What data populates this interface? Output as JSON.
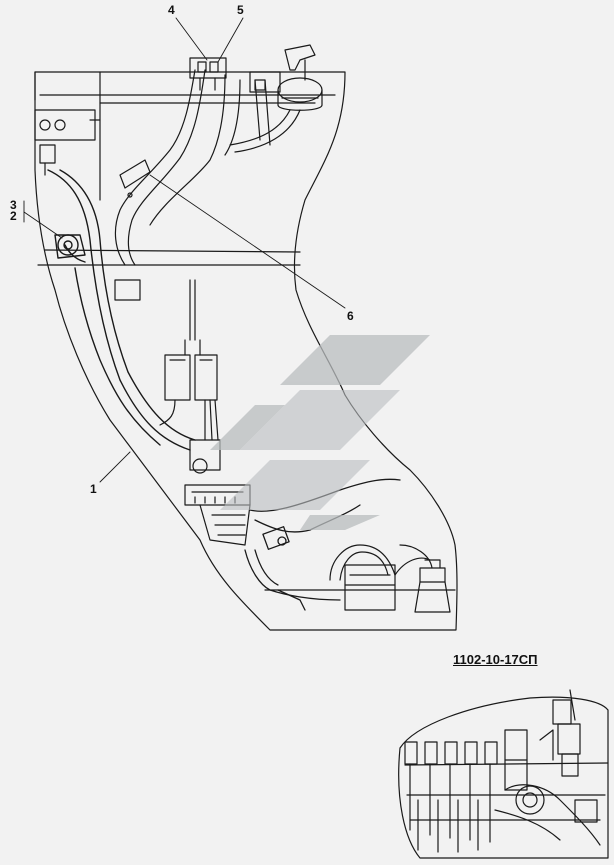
{
  "callouts": {
    "c1": "1",
    "c2": "2",
    "c3": "3",
    "c4": "4",
    "c5": "5",
    "c6": "6"
  },
  "document_number": "1102-10-17СП",
  "colors": {
    "background": "#f2f2f2",
    "line": "#1a1a1a",
    "watermark": "#b9bdbf"
  }
}
